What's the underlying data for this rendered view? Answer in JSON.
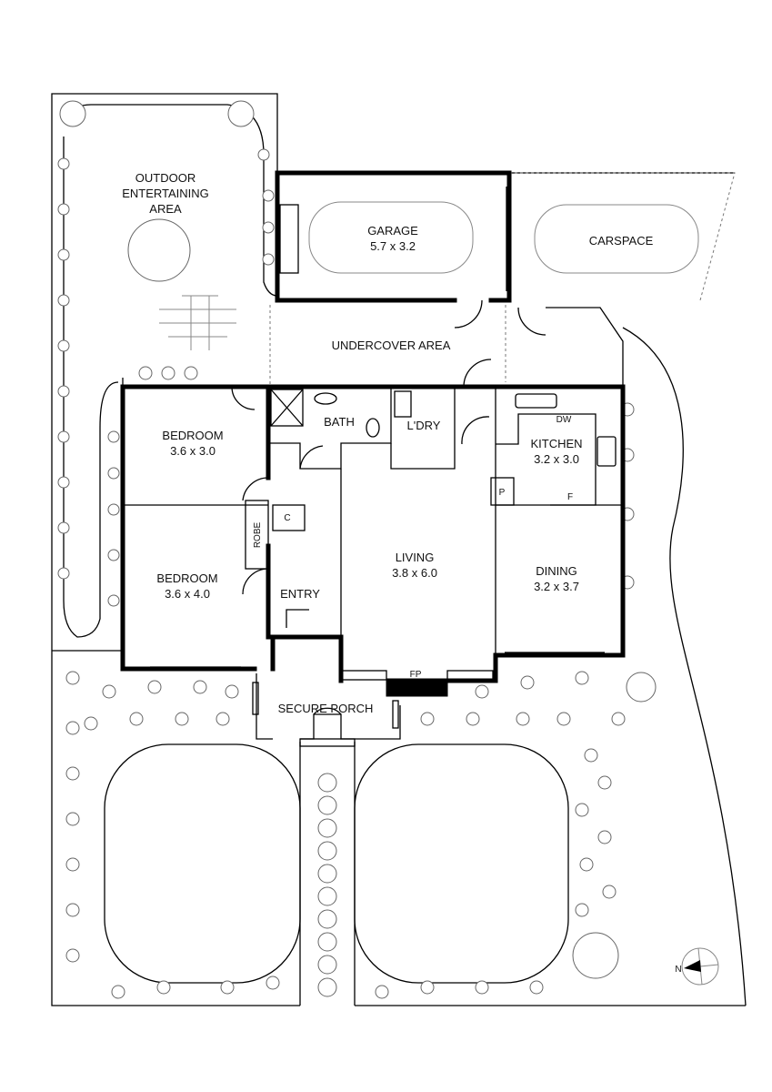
{
  "rooms": {
    "outdoor": {
      "line1": "OUTDOOR",
      "line2": "ENTERTAINING",
      "line3": "AREA"
    },
    "garage": {
      "name": "GARAGE",
      "size": "5.7 x 3.2"
    },
    "carspace": {
      "name": "CARSPACE"
    },
    "undercover": {
      "name": "UNDERCOVER AREA"
    },
    "bedroom1": {
      "name": "BEDROOM",
      "size": "3.6 x 3.0"
    },
    "bath": {
      "name": "BATH"
    },
    "laundry": {
      "name": "L'DRY"
    },
    "kitchen": {
      "name": "KITCHEN",
      "size": "3.2 x 3.0"
    },
    "bedroom2": {
      "name": "BEDROOM",
      "size": "3.6 x 4.0"
    },
    "entry": {
      "name": "ENTRY"
    },
    "living": {
      "name": "LIVING",
      "size": "3.8 x 6.0"
    },
    "dining": {
      "name": "DINING",
      "size": "3.2 x 3.7"
    },
    "porch": {
      "name": "SECURE PORCH"
    }
  },
  "fixtures": {
    "robe": "ROBE",
    "cupboard": "C",
    "pantry": "P",
    "fridge": "F",
    "dishwasher": "DW",
    "fireplace": "FP"
  },
  "compass": {
    "north": "N"
  }
}
